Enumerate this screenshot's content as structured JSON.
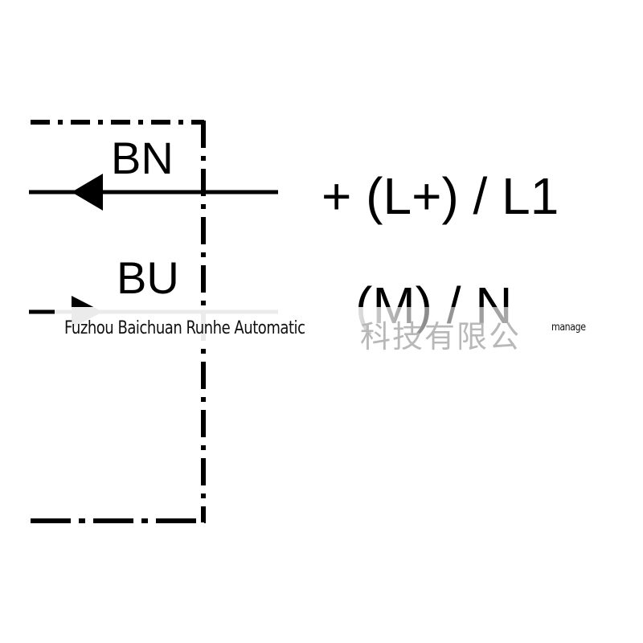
{
  "diagram": {
    "labels": {
      "wire_top": "BN",
      "wire_bottom": "BU",
      "terminal_top": "+ (L+) / L1",
      "terminal_bottom": "(M) / N"
    }
  },
  "watermark": {
    "company": "Fuzhou Baichuan Runhe Automatic",
    "cjk": "科技有限公",
    "tag": "manage"
  }
}
